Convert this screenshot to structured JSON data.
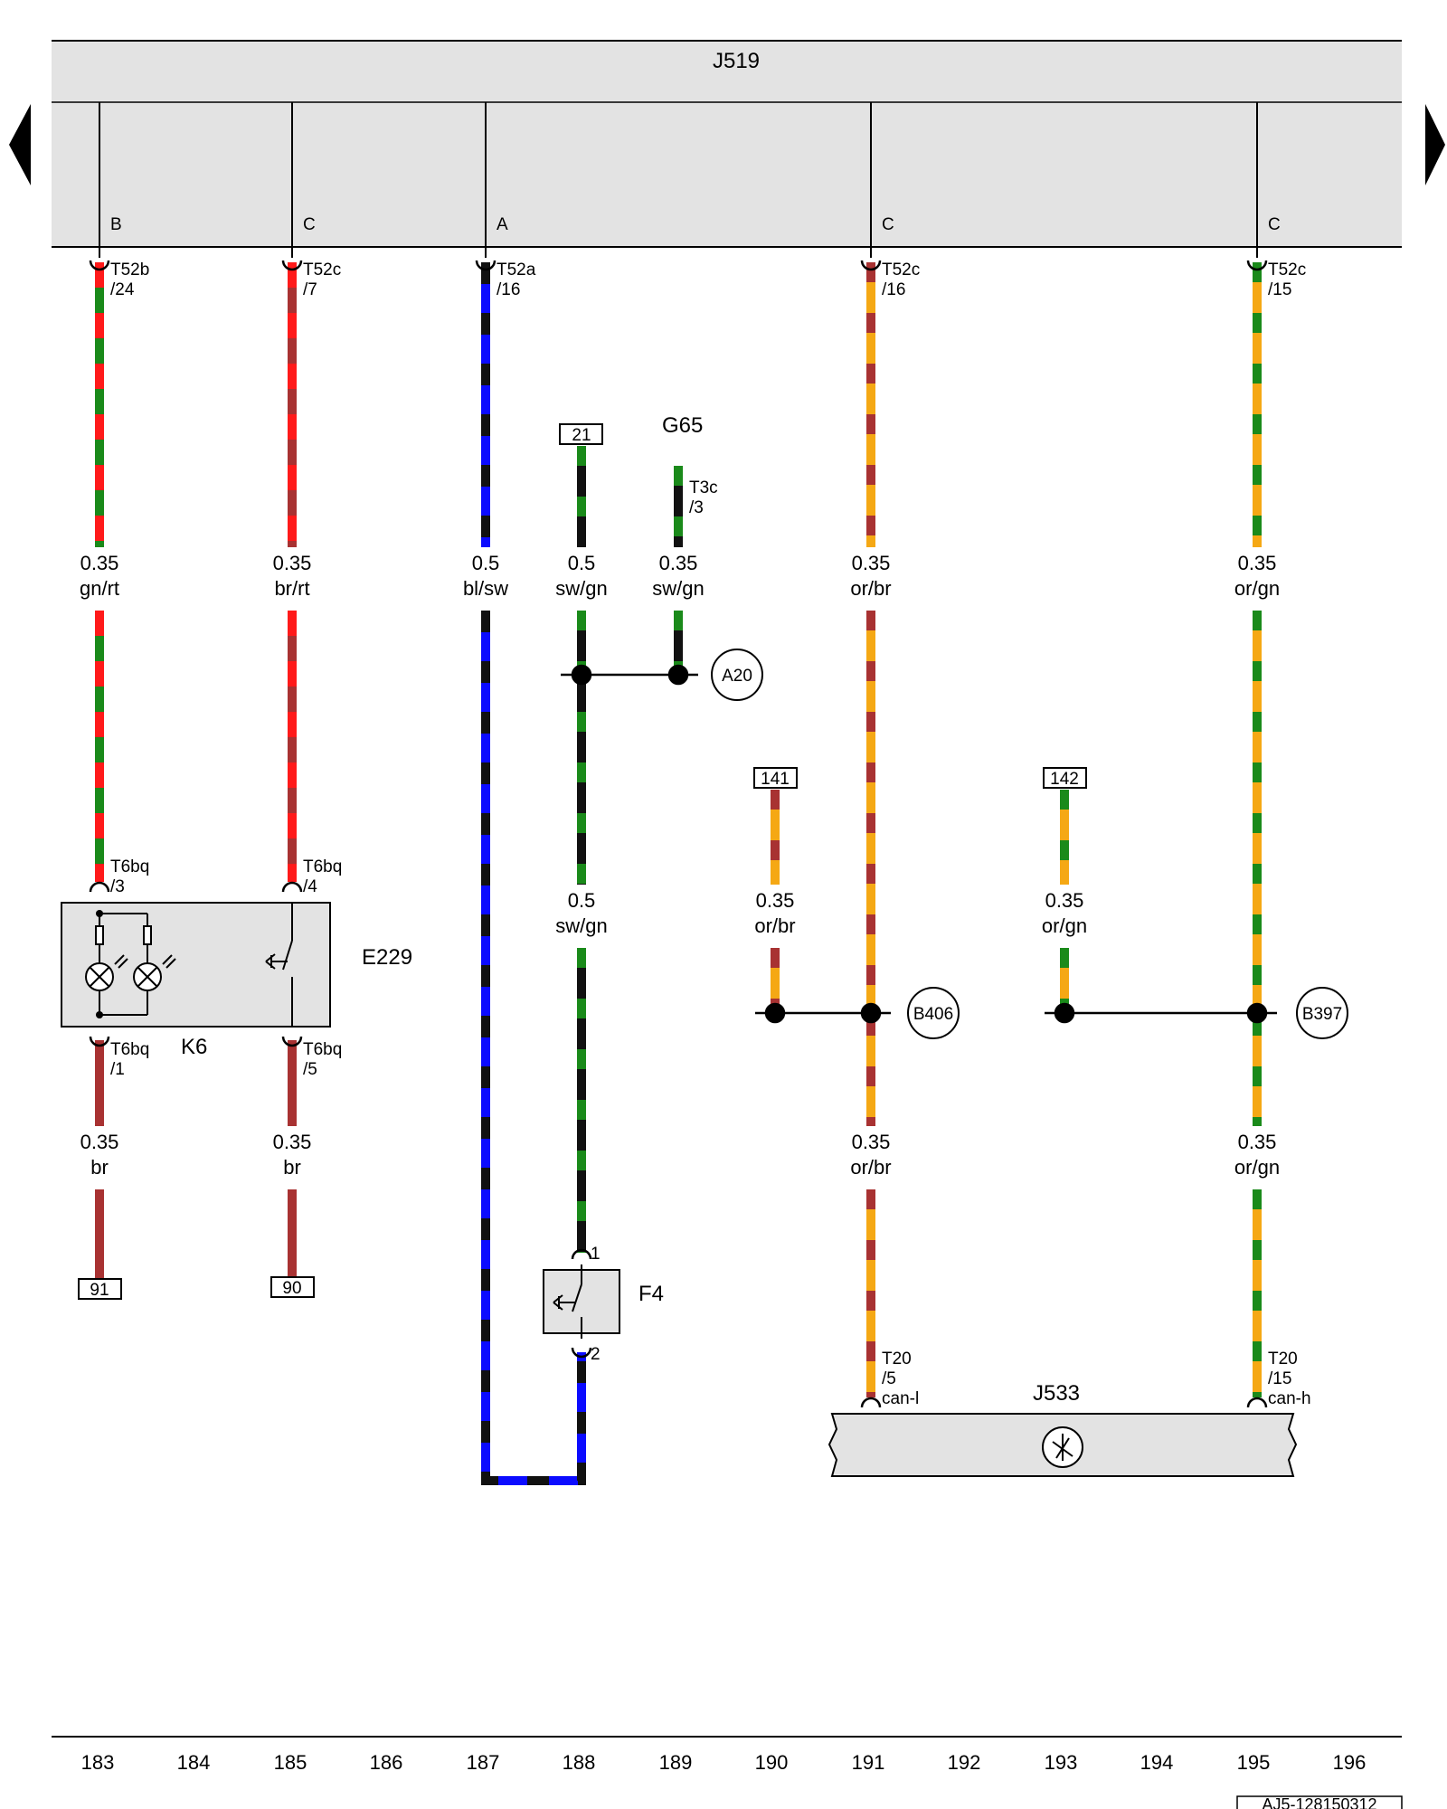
{
  "control_unit_top": {
    "name": "J519",
    "pins": [
      "B",
      "C",
      "A",
      "C",
      "C"
    ]
  },
  "connectors": {
    "t52b_24": [
      "T52b",
      "/24"
    ],
    "t52c_7": [
      "T52c",
      "/7"
    ],
    "t52a_16": [
      "T52a",
      "/16"
    ],
    "t52c_16": [
      "T52c",
      "/16"
    ],
    "t52c_15": [
      "T52c",
      "/15"
    ],
    "t3c_3": [
      "T3c",
      "/3"
    ],
    "t6bq_3": [
      "T6bq",
      "/3"
    ],
    "t6bq_4": [
      "T6bq",
      "/4"
    ],
    "t6bq_1": [
      "T6bq",
      "/1"
    ],
    "t6bq_5": [
      "T6bq",
      "/5"
    ],
    "t20_5": [
      "T20",
      "/5",
      "can-l"
    ],
    "t20_15": [
      "T20",
      "/15",
      "can-h"
    ]
  },
  "wire_labels": [
    [
      "0.35",
      "gn/rt"
    ],
    [
      "0.35",
      "br/rt"
    ],
    [
      "0.5",
      "bl/sw"
    ],
    [
      "0.5",
      "sw/gn"
    ],
    [
      "0.35",
      "sw/gn"
    ],
    [
      "0.35",
      "or/br"
    ],
    [
      "0.35",
      "or/gn"
    ],
    [
      "0.5",
      "sw/gn"
    ],
    [
      "0.35",
      "or/br"
    ],
    [
      "0.35",
      "or/gn"
    ],
    [
      "0.35",
      "br"
    ],
    [
      "0.35",
      "br"
    ],
    [
      "0.35",
      "or/br"
    ],
    [
      "0.35",
      "or/gn"
    ]
  ],
  "reference_boxes": [
    "21",
    "141",
    "142",
    "91",
    "90"
  ],
  "ground_points": [
    "A20",
    "B406",
    "B397"
  ],
  "components": {
    "g65": "G65",
    "e229": "E229",
    "k6": "K6",
    "f4": "F4",
    "j533": "J533",
    "f4_pin1": "1",
    "f4_pin2": "2"
  },
  "current_tracks": [
    "183",
    "184",
    "185",
    "186",
    "187",
    "188",
    "189",
    "190",
    "191",
    "192",
    "193",
    "194",
    "195",
    "196"
  ],
  "doc_id": "AJ5-128150312",
  "colors": {
    "gn": "#1a8a1a",
    "rt": "#ff1a1a",
    "br": "#a83232",
    "bl": "#0b0bff",
    "sw": "#111111",
    "or": "#f5a814",
    "box_fill": "#e3e3e3"
  },
  "icons": [
    "nav-arrow-left-icon",
    "nav-arrow-right-icon",
    "lamp-icon",
    "switch-icon",
    "can-bus-icon",
    "connector-pin-icon"
  ]
}
